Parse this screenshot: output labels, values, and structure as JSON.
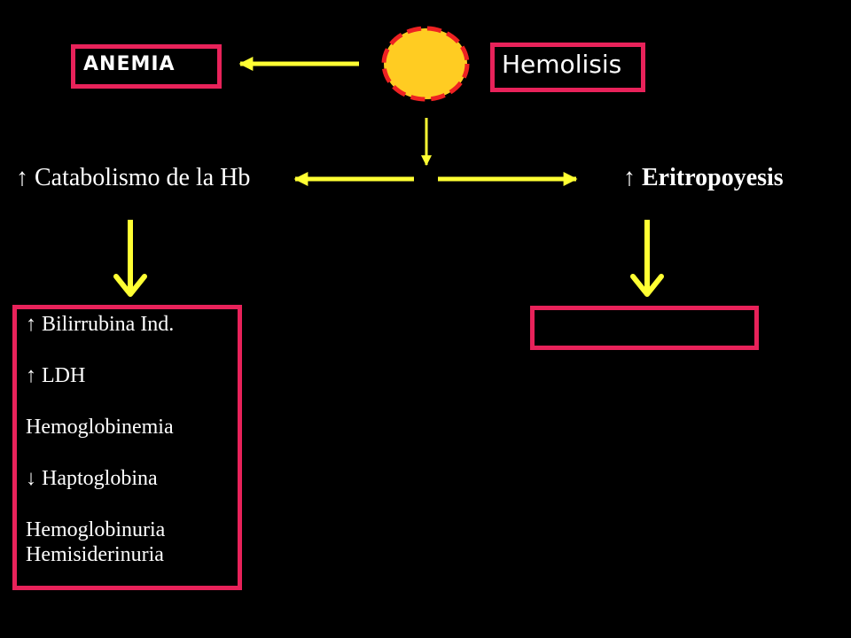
{
  "diagram": {
    "anemia_label": "ANEMIA",
    "hemolisis_label": "Hemolisis",
    "catabolism_label": "↑ Catabolismo de la Hb",
    "eritropoyesis_label": "↑ Eritropoyesis",
    "lab_findings": [
      "↑ Bilirrubina Ind.",
      "↑ LDH",
      "Hemoglobinemia",
      "↓ Haptoglobina",
      "Hemoglobinuria",
      "Hemisiderinuria"
    ],
    "empty_box_text": ""
  },
  "colors": {
    "background": "#000000",
    "box_border": "#e8225a",
    "arrow": "#ffff33",
    "cell_fill": "#ffcc22",
    "cell_border": "#ee2222",
    "text": "#ffffff"
  },
  "icons": {
    "cell": "red-blood-cell-icon"
  }
}
